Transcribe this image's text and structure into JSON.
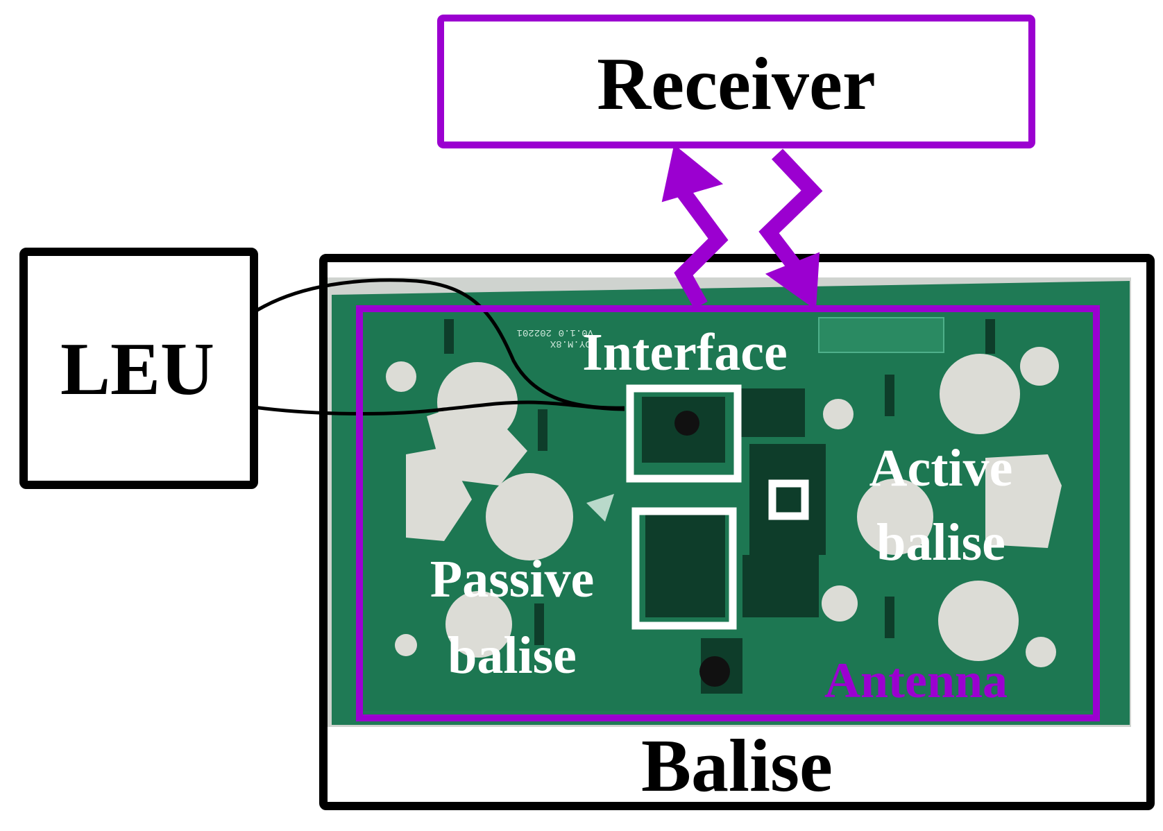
{
  "labels": {
    "receiver": "Receiver",
    "leu": "LEU",
    "interface": "Interface",
    "active_line1": "Active",
    "active_line2": "balise",
    "passive_line1": "Passive",
    "passive_line2": "balise",
    "antenna": "Antenna",
    "balise": "Balise"
  },
  "pcb_silkscreen": [
    "TDY.M.8X",
    "202201",
    "V0.1.0"
  ],
  "colors": {
    "accent_purple": "#9b00d0",
    "outline_black": "#000000",
    "pcb_green": "#1f7a55",
    "pcb_cutout": "#dcdcd6",
    "highlight_white": "#ffffff"
  }
}
